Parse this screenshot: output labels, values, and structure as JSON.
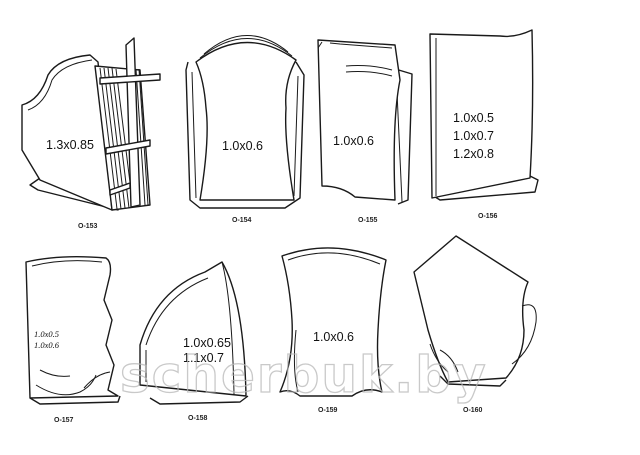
{
  "items": [
    {
      "code": "O-153",
      "dims": [
        "1.3x0.85"
      ]
    },
    {
      "code": "O-154",
      "dims": [
        "1.0x0.6"
      ]
    },
    {
      "code": "O-155",
      "dims": [
        "1.0x0.6"
      ]
    },
    {
      "code": "O-156",
      "dims": [
        "1.0x0.5",
        "1.0x0.7",
        "1.2x0.8"
      ]
    },
    {
      "code": "O-157",
      "dims": [
        "1.0x0.5",
        "1.0x0.6"
      ]
    },
    {
      "code": "O-158",
      "dims": [
        "1.0x0.65",
        "1.1x0.7"
      ]
    },
    {
      "code": "O-159",
      "dims": [
        "1.0x0.6"
      ]
    },
    {
      "code": "O-160",
      "dims": []
    }
  ],
  "watermark": "scherbuk.by"
}
